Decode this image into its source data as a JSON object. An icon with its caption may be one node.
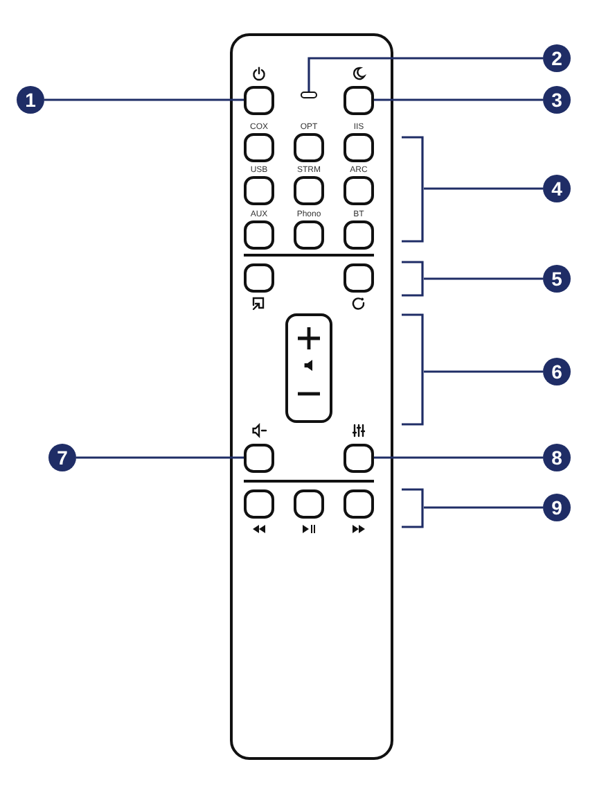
{
  "diagram": {
    "nodes": [
      {
        "text": [],
        "shape": "box"
      },
      {
        "text": [],
        "shape": "box",
        "in": 0
      },
      {
        "text": [],
        "shape": "bar",
        "in": 0
      },
      {
        "text": [],
        "shape": "box",
        "in": 0
      },
      {
        "text": [
          "COX"
        ],
        "in": 0
      },
      {
        "text": [
          "OPT"
        ],
        "in": 0
      },
      {
        "text": [
          "IIS"
        ],
        "in": 0
      },
      {
        "text": [
          "USB"
        ],
        "in": 0
      },
      {
        "text": [
          "STRM"
        ],
        "in": 0
      },
      {
        "text": [
          "ARC"
        ],
        "in": 0
      },
      {
        "text": [
          "AUX"
        ],
        "in": 0
      },
      {
        "text": [
          "Phono"
        ],
        "in": 0
      },
      {
        "text": [
          "BT"
        ],
        "in": 0
      },
      {
        "text": [],
        "shape": "box",
        "in": 0
      },
      {
        "text": [],
        "shape": "box",
        "in": 0
      },
      {
        "text": [],
        "shape": "box",
        "in": 0
      },
      {
        "text": [],
        "shape": "box",
        "in": 0
      },
      {
        "text": [],
        "shape": "box",
        "in": 0
      },
      {
        "text": [],
        "shape": "box",
        "in": 0
      },
      {
        "text": [],
        "shape": "box",
        "in": 0
      },
      {
        "text": [],
        "shape": "box",
        "in": 0
      },
      {
        "text": [
          "1"
        ]
      },
      {
        "text": [
          "2"
        ]
      },
      {
        "text": [
          "3"
        ]
      },
      {
        "text": [
          "4"
        ]
      },
      {
        "text": [
          "5"
        ]
      },
      {
        "text": [
          "6"
        ]
      },
      {
        "text": [
          "7"
        ]
      },
      {
        "text": [
          "8"
        ]
      },
      {
        "text": [
          "9"
        ]
      },
      {
        "text": [],
        "shape": "bracket"
      },
      {
        "text": [],
        "shape": "bracket"
      },
      {
        "text": [],
        "shape": "bracket"
      },
      {
        "text": [],
        "shape": "bracket"
      }
    ],
    "edges": [
      {
        "from": 21,
        "to": 1,
        "arrow": "none"
      },
      {
        "from": 22,
        "to": 2,
        "arrow": "none"
      },
      {
        "from": 23,
        "to": 3,
        "arrow": "none"
      },
      {
        "from": 24,
        "to": 30,
        "arrow": "none"
      },
      {
        "from": 25,
        "to": 31,
        "arrow": "none"
      },
      {
        "from": 26,
        "to": 32,
        "arrow": "none"
      },
      {
        "from": 27,
        "to": 16,
        "arrow": "none"
      },
      {
        "from": 28,
        "to": 17,
        "arrow": "none"
      },
      {
        "from": 29,
        "to": 33,
        "arrow": "none"
      }
    ]
  }
}
